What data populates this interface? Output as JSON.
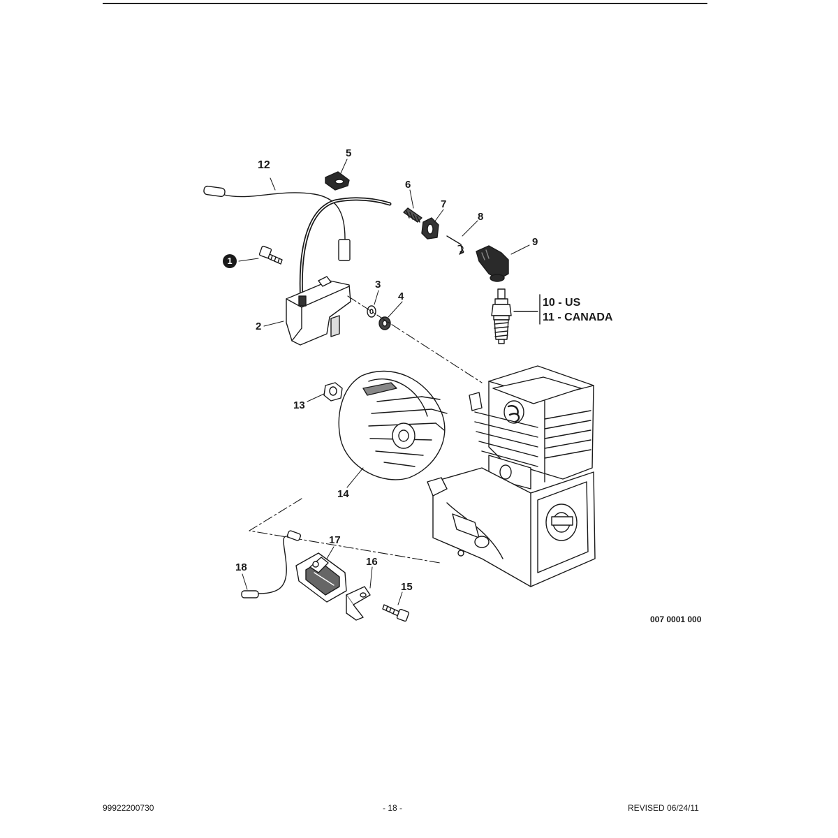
{
  "diagram": {
    "callouts": {
      "c1": "1",
      "c2": "2",
      "c3": "3",
      "c4": "4",
      "c5": "5",
      "c6": "6",
      "c7": "7",
      "c8": "8",
      "c9": "9",
      "c10": "10 - US",
      "c11": "11 - CANADA",
      "c12": "12",
      "c13": "13",
      "c14": "14",
      "c15": "15",
      "c16": "16",
      "c17": "17",
      "c18": "18"
    },
    "drawing_number": "007 0001 000"
  },
  "footer": {
    "part_number": "99922200730",
    "page_number": "- 18 -",
    "revision": "REVISED 06/24/11"
  }
}
